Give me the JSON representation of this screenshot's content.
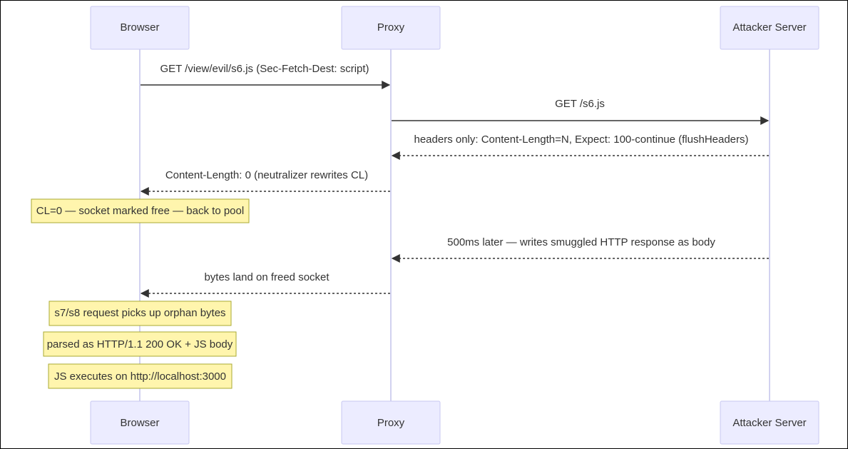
{
  "actors": {
    "browser": "Browser",
    "proxy": "Proxy",
    "attacker": "Attacker Server"
  },
  "messages": [
    {
      "from": "browser",
      "to": "proxy",
      "text": "GET /view/evil/s6.js (Sec-Fetch-Dest: script)",
      "style": "solid"
    },
    {
      "from": "proxy",
      "to": "attacker",
      "text": "GET /s6.js",
      "style": "solid"
    },
    {
      "from": "attacker",
      "to": "proxy",
      "text": "headers only: Content-Length=N, Expect: 100-continue (flushHeaders)",
      "style": "dashed"
    },
    {
      "from": "proxy",
      "to": "browser",
      "text": "Content-Length: 0 (neutralizer rewrites CL)",
      "style": "dashed"
    },
    {
      "from": "attacker",
      "to": "proxy",
      "text": "500ms later — writes smuggled HTTP response as body",
      "style": "dashed"
    },
    {
      "from": "proxy",
      "to": "browser",
      "text": "bytes land on freed socket",
      "style": "dashed"
    }
  ],
  "notes": [
    "CL=0 — socket marked free — back to pool",
    "s7/s8 request picks up orphan bytes",
    "parsed as HTTP/1.1 200 OK + JS body",
    "JS executes on http://localhost:3000"
  ],
  "colors": {
    "actor_fill": "#ECECFF",
    "actor_stroke": "#C9C9F2",
    "note_fill": "#FFF5AD",
    "note_stroke": "#AAAA33",
    "line": "#333333"
  }
}
